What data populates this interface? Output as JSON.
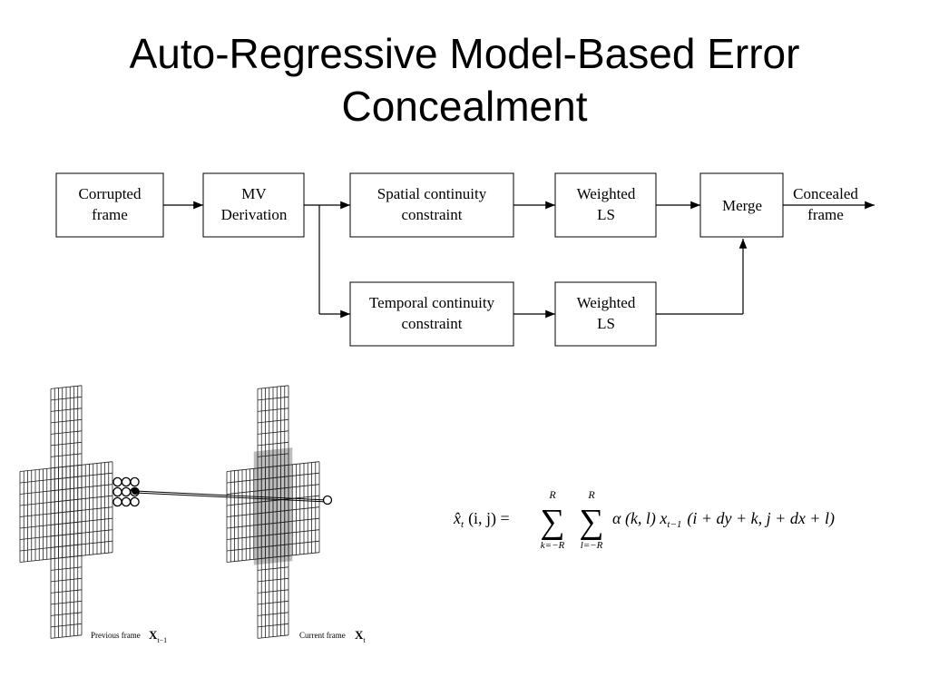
{
  "slide": {
    "title_line1": "Auto-Regressive Model-Based Error",
    "title_line2": "Concealment"
  },
  "flowchart": {
    "nodes": {
      "corrupted": [
        "Corrupted",
        "frame"
      ],
      "mv": [
        "MV",
        "Derivation"
      ],
      "spatial": [
        "Spatial continuity",
        "constraint"
      ],
      "wls1": [
        "Weighted",
        "LS"
      ],
      "merge": [
        "Merge"
      ],
      "output": [
        "Concealed",
        "frame"
      ],
      "temporal": [
        "Temporal continuity",
        "constraint"
      ],
      "wls2": [
        "Weighted",
        "LS"
      ]
    }
  },
  "frames": {
    "previous_label": "Previous frame",
    "previous_symbol": "X",
    "previous_sub": "t−1",
    "current_label": "Current frame",
    "current_symbol": "X",
    "current_sub": "t"
  },
  "formula": {
    "lhs_var": "x̂",
    "lhs_sub": "t",
    "lhs_args": "(i, j) =",
    "sum1_upper": "R",
    "sum1_lower": "k=−R",
    "sum2_upper": "R",
    "sum2_lower": "l=−R",
    "rhs_a": "α (k, l) x",
    "rhs_sub": "t−1",
    "rhs_b": "(i + dy + k, j + dx + l)"
  }
}
